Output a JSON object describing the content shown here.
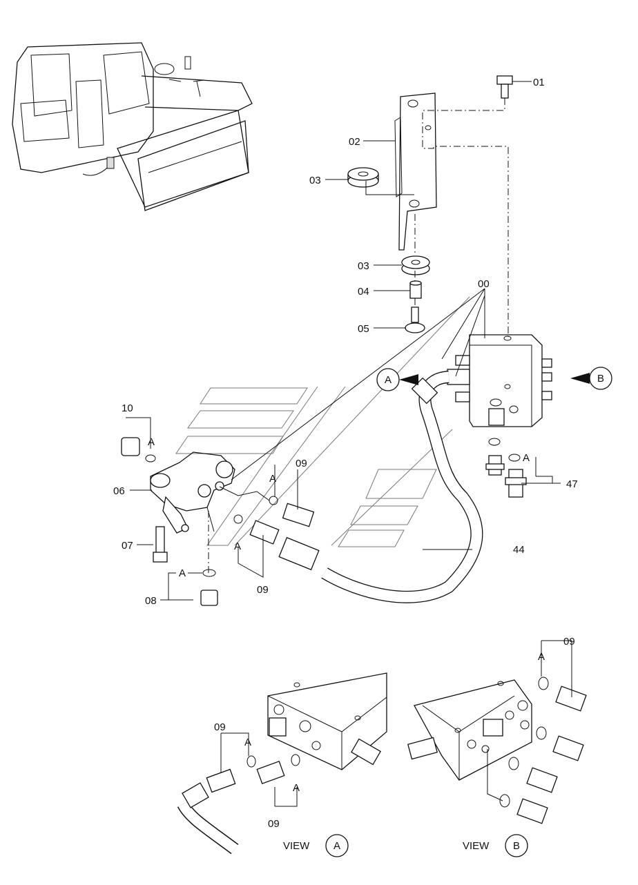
{
  "callouts": {
    "c01": "01",
    "c02": "02",
    "c03a": "03",
    "c03b": "03",
    "c04": "04",
    "c05": "05",
    "c00": "00",
    "c10": "10",
    "c06": "06",
    "c07": "07",
    "c08": "08",
    "c09a": "09",
    "c09b": "09",
    "c09c": "09",
    "c09d": "09",
    "c09e": "09",
    "c44": "44",
    "c47": "47"
  },
  "seal_marks": {
    "a1": "A",
    "a2": "A",
    "a3": "A",
    "a4": "A",
    "a5": "A",
    "a6": "A",
    "a7": "A",
    "a8": "A"
  },
  "view_arrows": {
    "left": "A",
    "right": "B"
  },
  "views": {
    "a": {
      "label": "VIEW",
      "letter": "A"
    },
    "b": {
      "label": "VIEW",
      "letter": "B"
    }
  }
}
